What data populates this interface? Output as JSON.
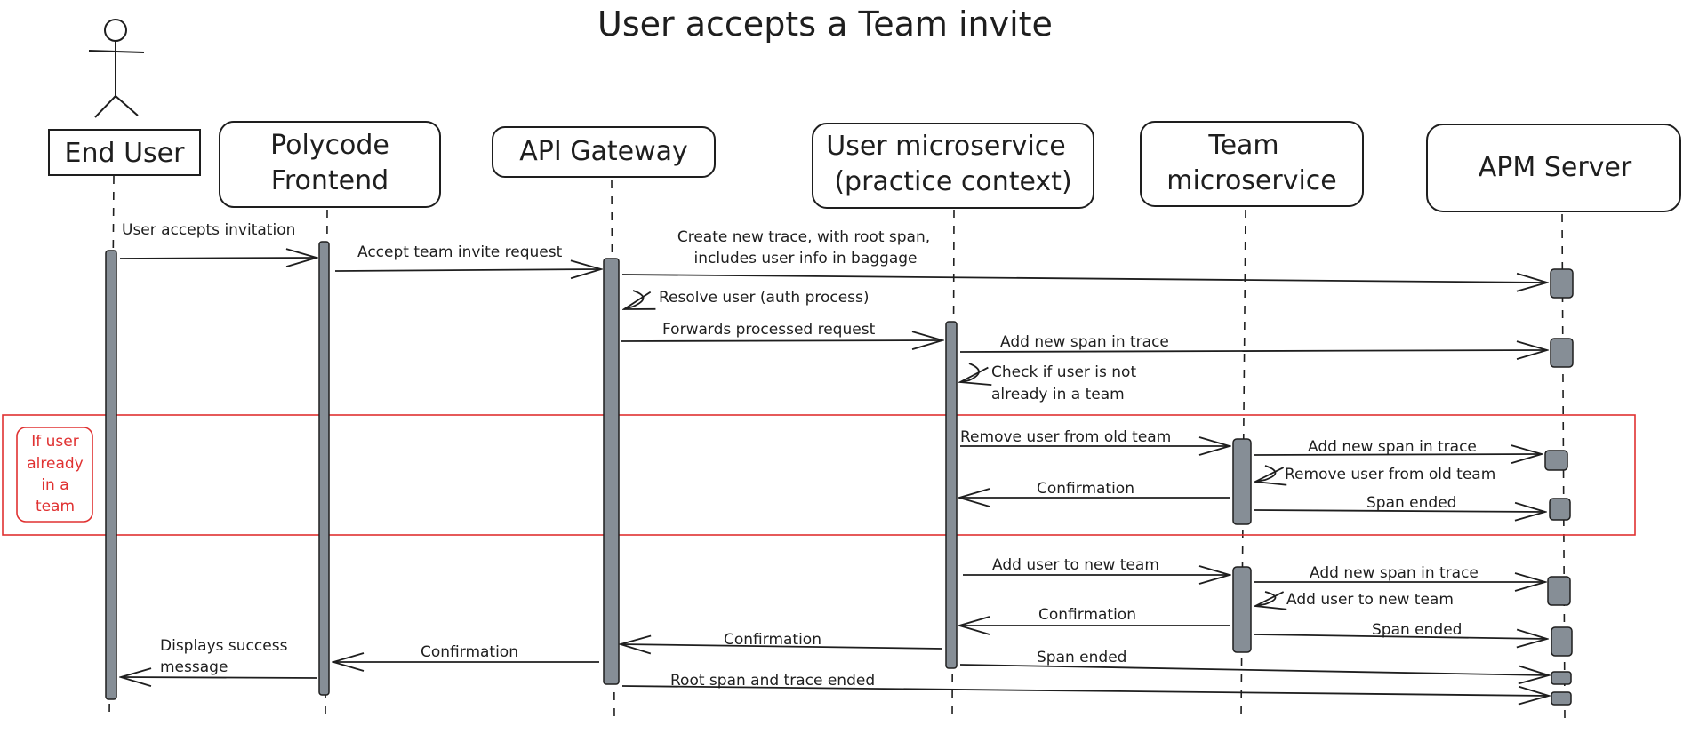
{
  "title": "User accepts a Team invite",
  "participants": [
    {
      "id": "end_user",
      "label": [
        "End User"
      ]
    },
    {
      "id": "frontend",
      "label": [
        "Polycode",
        "Frontend"
      ]
    },
    {
      "id": "gateway",
      "label": [
        "API Gateway"
      ]
    },
    {
      "id": "user_ms",
      "label": [
        "User microservice",
        "(practice context)"
      ]
    },
    {
      "id": "team_ms",
      "label": [
        "Team",
        "microservice"
      ]
    },
    {
      "id": "apm",
      "label": [
        "APM Server"
      ]
    }
  ],
  "fragment": {
    "label": [
      "If user",
      "already",
      "in a",
      "team"
    ],
    "color": "#e03131"
  },
  "messages": [
    {
      "id": "m1",
      "label": [
        "User accepts invitation"
      ]
    },
    {
      "id": "m2",
      "label": [
        "Accept team invite request"
      ]
    },
    {
      "id": "m3",
      "label": [
        "Create new trace, with root span,",
        "includes user info in baggage"
      ]
    },
    {
      "id": "m4",
      "label": [
        "Resolve user (auth process)"
      ]
    },
    {
      "id": "m5",
      "label": [
        "Forwards processed request"
      ]
    },
    {
      "id": "m6",
      "label": [
        "Add new span in trace"
      ]
    },
    {
      "id": "m7",
      "label": [
        "Check if user is not",
        "already in a team"
      ]
    },
    {
      "id": "m8",
      "label": [
        "Remove user from old team"
      ]
    },
    {
      "id": "m9",
      "label": [
        "Add new span in trace"
      ]
    },
    {
      "id": "m10",
      "label": [
        "Remove user from old team"
      ]
    },
    {
      "id": "m11",
      "label": [
        "Confirmation"
      ]
    },
    {
      "id": "m12",
      "label": [
        "Span ended"
      ]
    },
    {
      "id": "m13",
      "label": [
        "Add user to new team"
      ]
    },
    {
      "id": "m14",
      "label": [
        "Add new span in trace"
      ]
    },
    {
      "id": "m15",
      "label": [
        "Add user to new team"
      ]
    },
    {
      "id": "m16",
      "label": [
        "Confirmation"
      ]
    },
    {
      "id": "m17",
      "label": [
        "Span ended"
      ]
    },
    {
      "id": "m18",
      "label": [
        "Confirmation"
      ]
    },
    {
      "id": "m19",
      "label": [
        "Span ended"
      ]
    },
    {
      "id": "m20",
      "label": [
        "Confirmation"
      ]
    },
    {
      "id": "m21",
      "label": [
        "Displays success",
        "message"
      ]
    },
    {
      "id": "m22",
      "label": [
        "Root span and trace ended"
      ]
    }
  ],
  "colors": {
    "ink": "#1e1e1e",
    "activation": "#868e96",
    "fragment": "#e03131"
  }
}
